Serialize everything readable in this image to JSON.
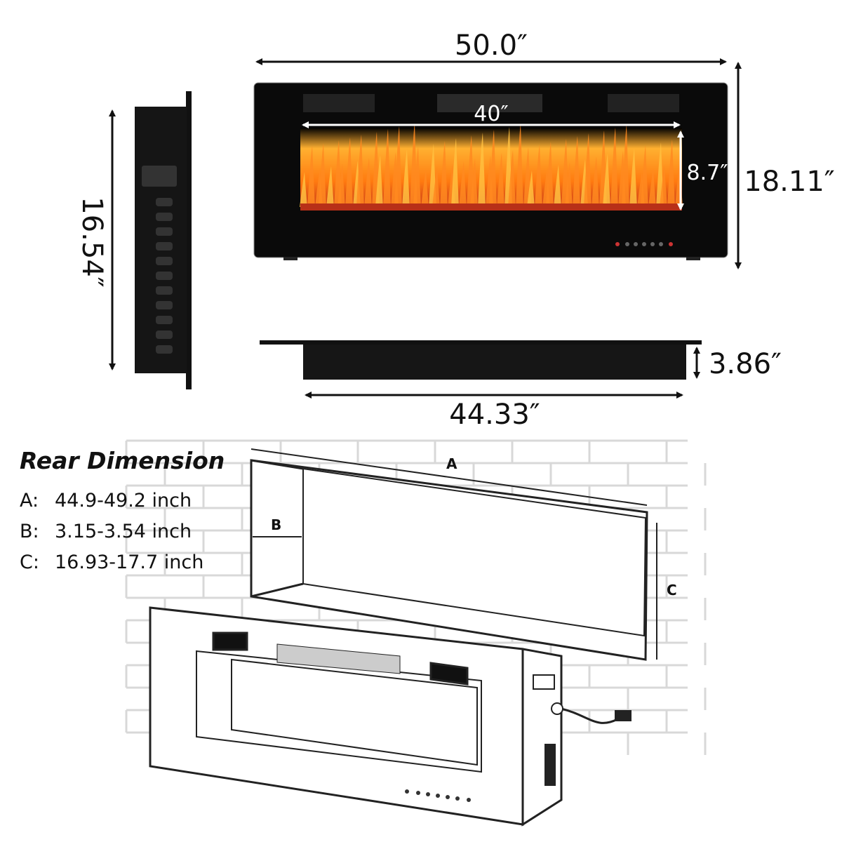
{
  "front_view": {
    "overall_width": "50.0″",
    "overall_height": "18.11″",
    "viewing_width": "40″",
    "viewing_height": "8.7″"
  },
  "side_view": {
    "height": "16.54″"
  },
  "top_view": {
    "depth": "3.86″",
    "body_width": "44.33″"
  },
  "rear_dimension": {
    "title": "Rear Dimension",
    "items": [
      {
        "key": "A:",
        "value": "44.9-49.2 inch"
      },
      {
        "key": "B:",
        "value": "3.15-3.54 inch"
      },
      {
        "key": "C:",
        "value": "16.93-17.7 inch"
      }
    ],
    "diagram_labels": {
      "a": "A",
      "b": "B",
      "c": "C"
    }
  },
  "colors": {
    "body": "#0a0a0a",
    "flame": "#ff7a10",
    "ember": "#c0301a",
    "brick_line": "#d8d8d8"
  }
}
